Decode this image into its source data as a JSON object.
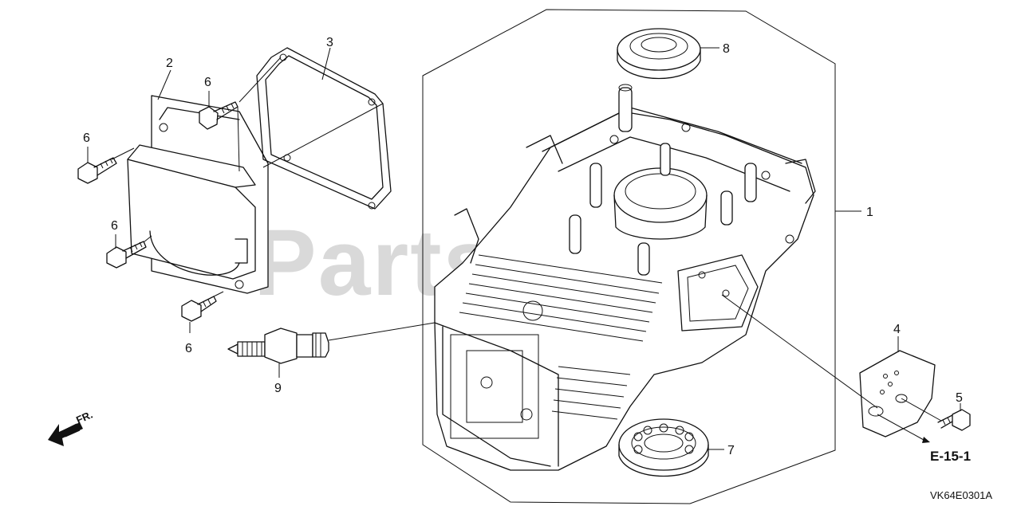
{
  "watermark": "PartsTree",
  "callouts": {
    "c1": "1",
    "c2": "2",
    "c3": "3",
    "c4": "4",
    "c5": "5",
    "c6a": "6",
    "c6b": "6",
    "c6c": "6",
    "c6d": "6",
    "c7": "7",
    "c8": "8",
    "c9": "9"
  },
  "reference": "E-15-1",
  "front_marker": "FR.",
  "drawing_code": "VK64E0301A"
}
